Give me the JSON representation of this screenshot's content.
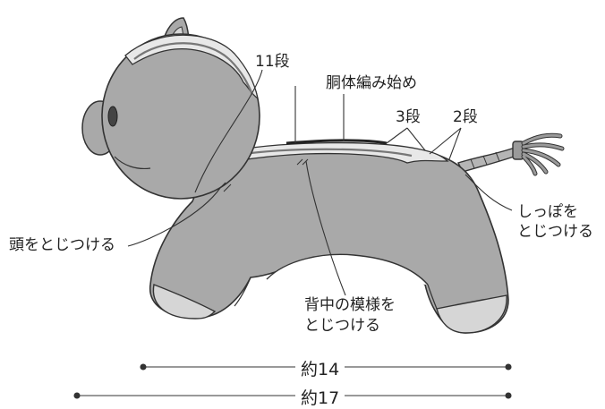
{
  "labels": {
    "head_rows": "11段",
    "body_start": "胴体編み始め",
    "rows_3": "3段",
    "rows_2": "2段",
    "tail_attach_1": "しっぽを",
    "tail_attach_2": "とじつける",
    "head_attach": "頭をとじつける",
    "back_pattern_1": "背中の模様を",
    "back_pattern_2": "とじつける"
  },
  "measurements": {
    "short": "約14",
    "long": "約17"
  },
  "colors": {
    "body": "#a9a9a9",
    "body_light": "#c9c9c9",
    "feet": "#d6d6d6",
    "outline": "#333333",
    "stripe": "#e8e8e8"
  }
}
